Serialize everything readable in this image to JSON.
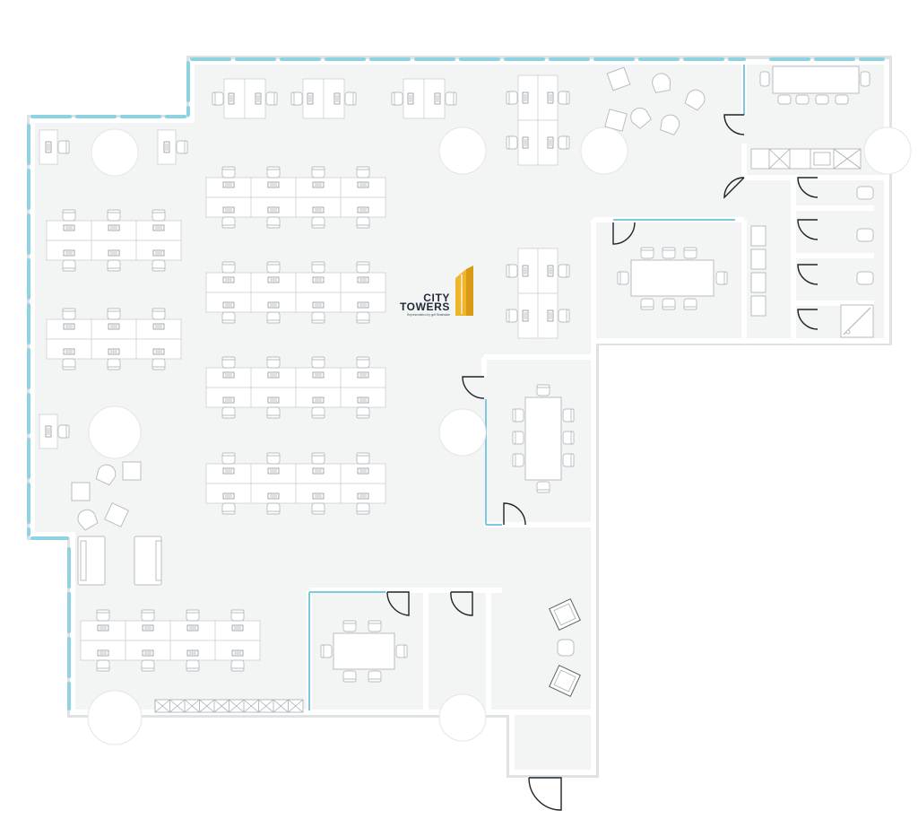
{
  "logo": {
    "line1": "CITY",
    "line2": "TOWERS",
    "tagline": "Representation by gulf Realestate",
    "mark_color": "#f1b52c",
    "mark_shadow": "#d99a16"
  },
  "colors": {
    "floor": "#f3f4f4",
    "wall": "#ffffff",
    "wall_edge": "#dddfe1",
    "window": "#8fd3e3",
    "glass_partition": "#7fc9de",
    "furniture": "#ffffff",
    "furniture_line": "#c9cdd1",
    "door_line": "#1f2428",
    "column": "#ffffff"
  },
  "rooms": [
    {
      "name": "open-office"
    },
    {
      "name": "kitchen"
    },
    {
      "name": "restrooms"
    },
    {
      "name": "meeting-room-large"
    },
    {
      "name": "meeting-room-medium"
    },
    {
      "name": "meeting-room-small"
    },
    {
      "name": "reception-lounge"
    },
    {
      "name": "storage-closet"
    }
  ],
  "desk_pods": [
    {
      "id": "pod-a",
      "rows": 2,
      "cols": 3
    },
    {
      "id": "pod-b",
      "rows": 2,
      "cols": 3
    },
    {
      "id": "pod-c",
      "rows": 2,
      "cols": 4
    },
    {
      "id": "pod-d",
      "rows": 2,
      "cols": 4
    },
    {
      "id": "pod-e",
      "rows": 2,
      "cols": 4
    },
    {
      "id": "pod-f",
      "rows": 2,
      "cols": 4
    },
    {
      "id": "pod-g",
      "rows": 2,
      "cols": 4
    },
    {
      "id": "pod-h",
      "rows": 2,
      "cols": 2
    },
    {
      "id": "pod-i",
      "rows": 2,
      "cols": 2
    }
  ]
}
